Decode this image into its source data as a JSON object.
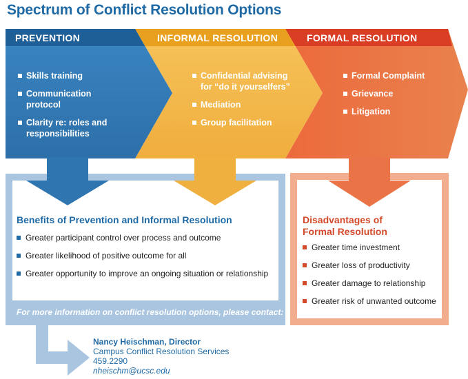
{
  "title": "Spectrum of Conflict Resolution Options",
  "colors": {
    "prevention": "#2f7ab8",
    "informal": "#f2b544",
    "formal": "#e4522f",
    "benefits_frame": "#a9c5df",
    "disadvantages_frame": "#f2ad8f",
    "title_blue": "#1f6aa5",
    "formal_heading": "#d24a2a"
  },
  "stages": [
    {
      "heading": "PREVENTION",
      "items": [
        "Skills training",
        "Communication protocol",
        "Clarity re: roles and responsibilities"
      ]
    },
    {
      "heading": "INFORMAL RESOLUTION",
      "items": [
        "Confidential advising for “do it yourselfers”",
        "Mediation",
        "Group facilitation"
      ]
    },
    {
      "heading": "FORMAL RESOLUTION",
      "items": [
        "Formal Complaint",
        "Grievance",
        "Litigation"
      ]
    }
  ],
  "benefits": {
    "heading": "Benefits of Prevention and Informal Resolution",
    "items": [
      "Greater participant control over process and outcome",
      "Greater likelihood of positive outcome for all",
      "Greater opportunity to improve an ongoing situation or relationship"
    ]
  },
  "disadvantages": {
    "heading": "Disadvantages of Formal Resolution",
    "items": [
      "Greater time investment",
      "Greater loss of productivity",
      "Greater damage to relationship",
      "Greater risk of unwanted outcome"
    ]
  },
  "contact": {
    "prompt": "For more information on conflict resolution options, please contact:",
    "name": "Nancy Heischman, Director",
    "organization": "Campus Conflict Resolution Services",
    "phone": "459.2290",
    "email": "nheischm@ucsc.edu"
  }
}
